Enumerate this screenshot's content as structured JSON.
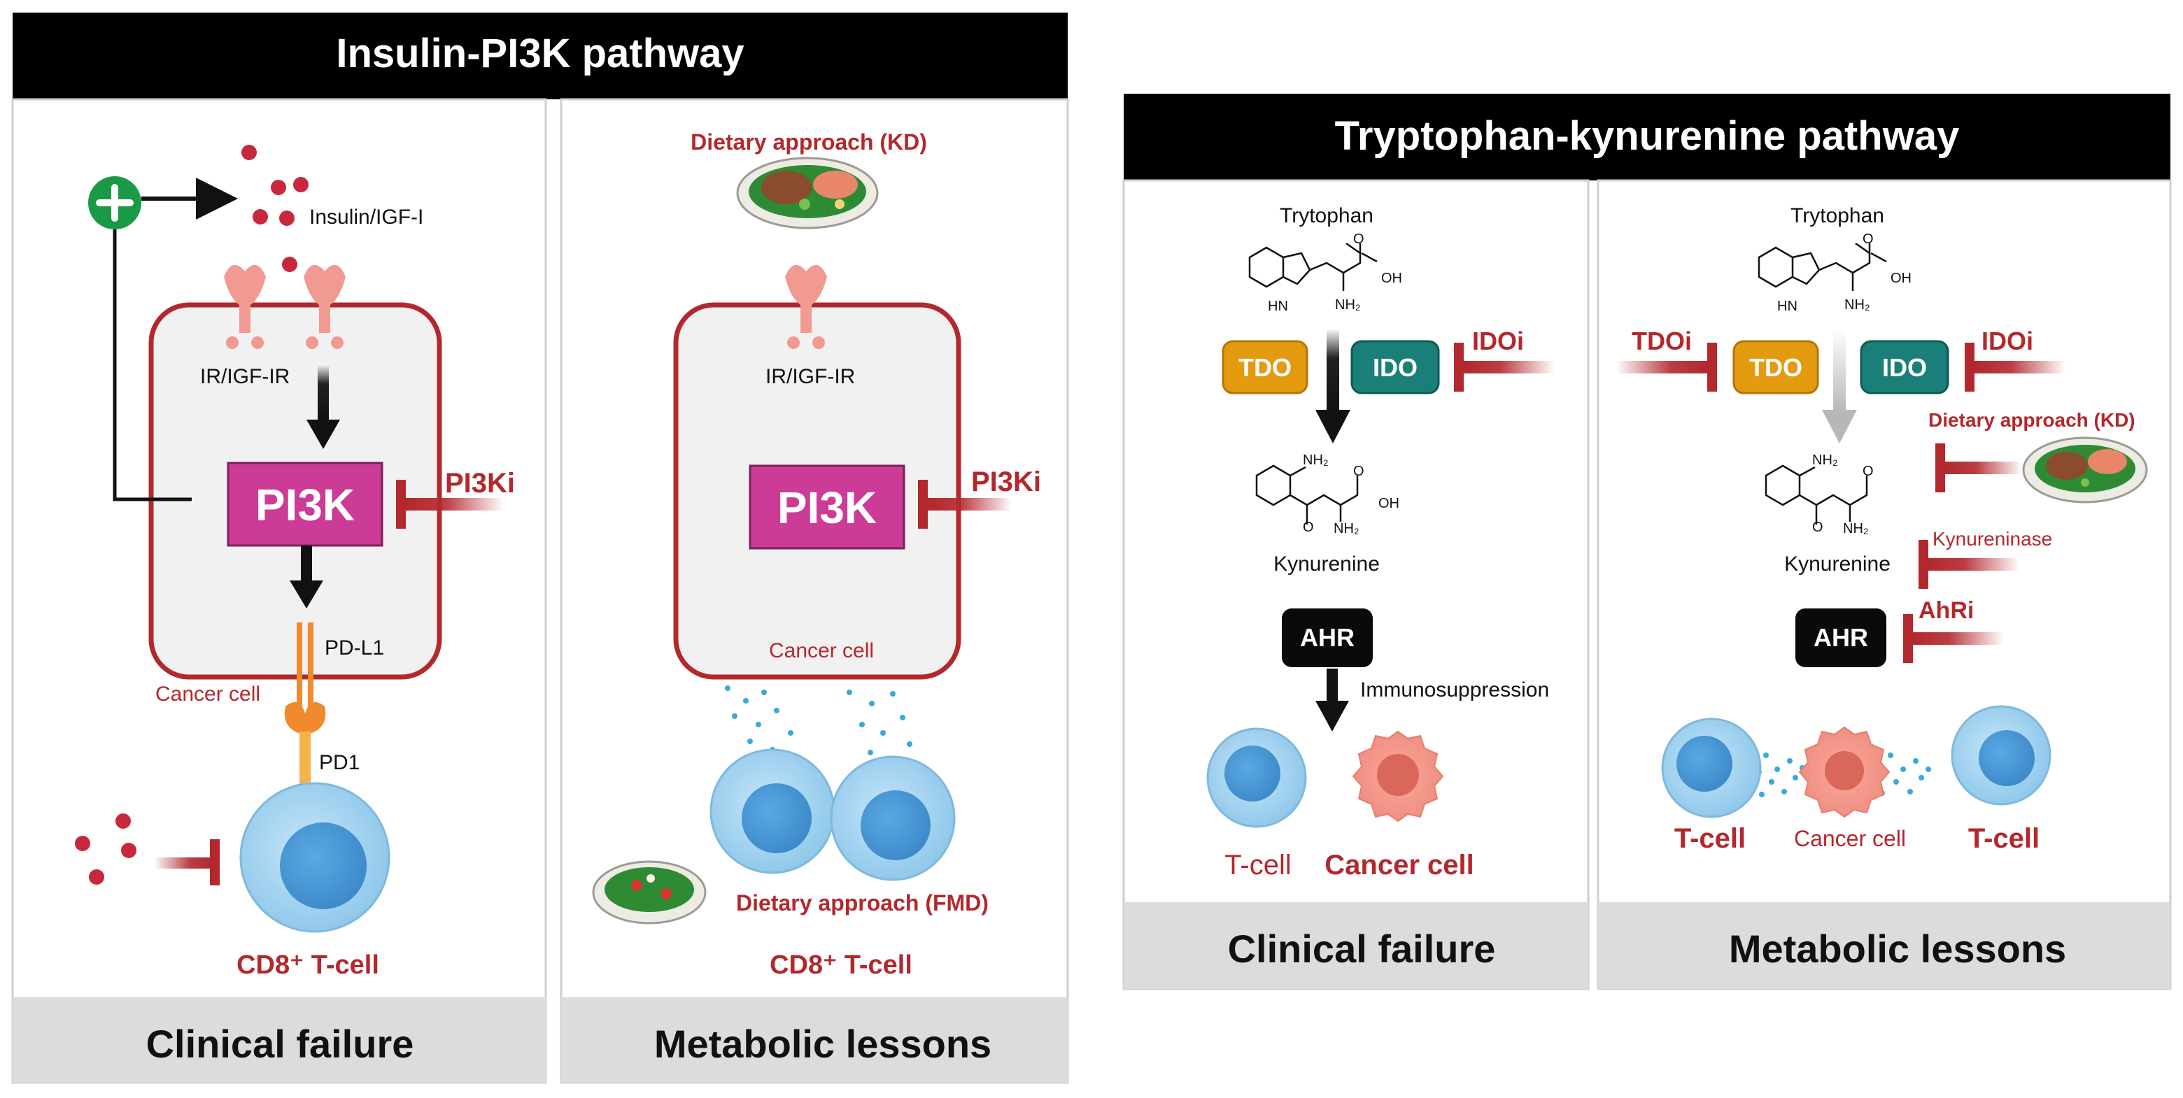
{
  "colors": {
    "header_bg": "#000000",
    "footer_bg": "#dcdcdc",
    "accent_red": "#b3282d",
    "pi3k_magenta": "#cc3c96",
    "tdo_orange": "#e39a0f",
    "ido_teal": "#1a7f78",
    "tcell_blue": "#9fd0ee",
    "green_plus": "#1a9a46"
  },
  "left_panel": {
    "title": "Insulin-PI3K pathway",
    "clinical": {
      "footer": "Clinical failure",
      "ligand_label": "Insulin/IGF-I",
      "receptor_label": "IR/IGF-IR",
      "node_label": "PI3K",
      "inhibitor_label": "PI3Ki",
      "pdl1_label": "PD-L1",
      "cancer_cell_label": "Cancer cell",
      "pd1_label": "PD1",
      "tcell_label": "CD8⁺ T-cell",
      "feedback_icon": "plus-icon"
    },
    "metabolic": {
      "footer": "Metabolic lessons",
      "diet_kd_label": "Dietary approach (KD)",
      "receptor_label": "IR/IGF-IR",
      "node_label": "PI3K",
      "inhibitor_label": "PI3Ki",
      "cancer_cell_label": "Cancer cell",
      "diet_fmd_label": "Dietary approach (FMD)",
      "tcell_label": "CD8⁺ T-cell"
    }
  },
  "right_panel": {
    "title": "Tryptophan-kynurenine pathway",
    "clinical": {
      "footer": "Clinical failure",
      "substrate_label": "Trytophan",
      "tdo_label": "TDO",
      "ido_label": "IDO",
      "idoi_label": "IDOi",
      "product_label": "Kynurenine",
      "ahr_label": "AHR",
      "effect_label": "Immunosuppression",
      "tcell_label": "T-cell",
      "cancer_cell_label": "Cancer cell"
    },
    "metabolic": {
      "footer": "Metabolic lessons",
      "substrate_label": "Trytophan",
      "tdoi_label": "TDOi",
      "tdo_label": "TDO",
      "ido_label": "IDO",
      "idoi_label": "IDOi",
      "diet_kd_label": "Dietary approach (KD)",
      "product_label": "Kynurenine",
      "kynureninase_label": "Kynureninase",
      "ahri_label": "AhRi",
      "ahr_label": "AHR",
      "tcell_left_label": "T-cell",
      "cancer_cell_label": "Cancer cell",
      "tcell_right_label": "T-cell"
    }
  },
  "chem": {
    "nh": "HN",
    "nh2": "NH₂",
    "oh": "OH",
    "o": "O"
  }
}
